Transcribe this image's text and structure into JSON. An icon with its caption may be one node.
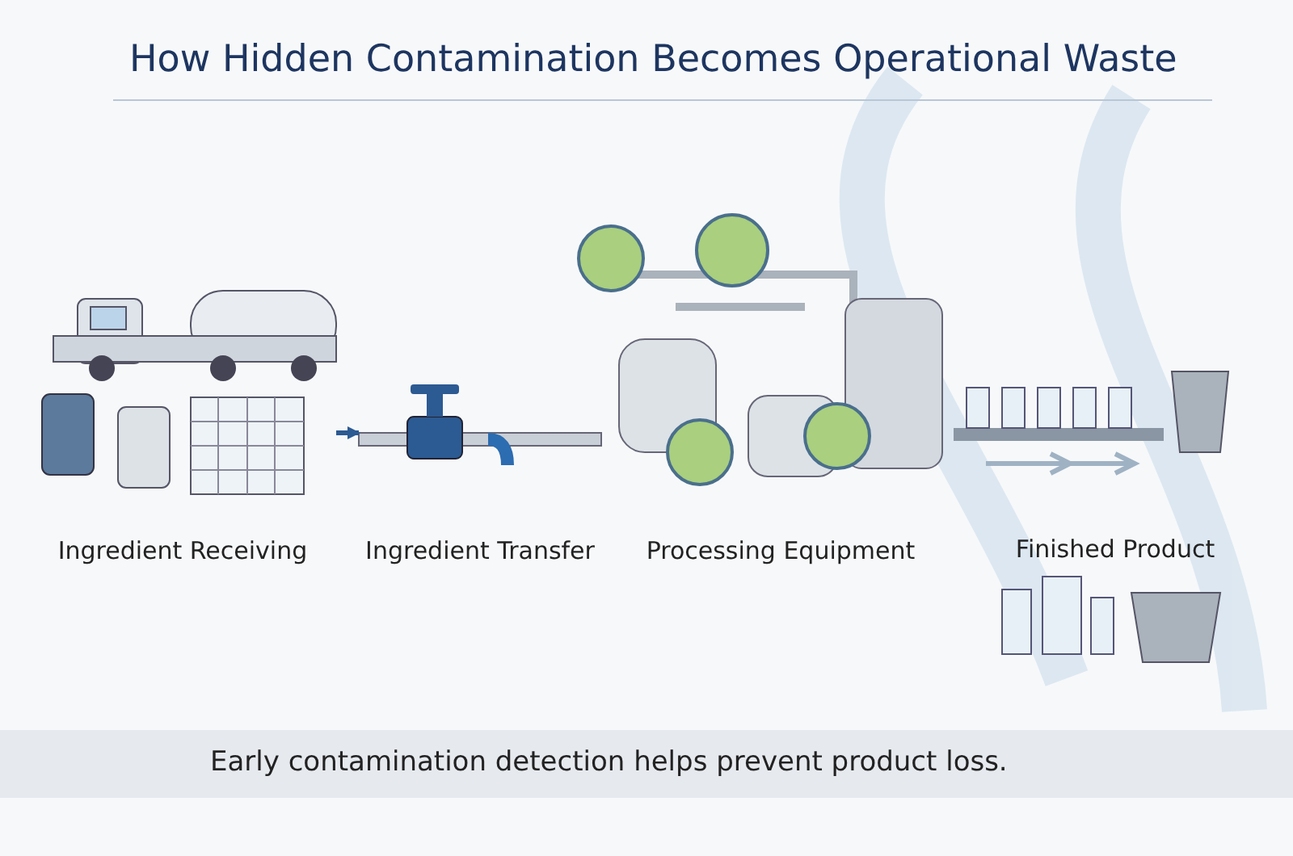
{
  "diagram": {
    "title": "How Hidden Contamination Becomes Operational Waste",
    "caption": "Early contamination detection helps prevent product loss.",
    "nodes": [
      {
        "text": [
          "Ingredient Receiving"
        ]
      },
      {
        "text": [
          "Ingredient Transfer"
        ]
      },
      {
        "text": [
          "Processing Equipment"
        ]
      },
      {
        "text": [
          "Finished Product"
        ]
      }
    ],
    "edges": [
      {
        "from": 0,
        "to": 1,
        "arrow": "to"
      }
    ]
  }
}
